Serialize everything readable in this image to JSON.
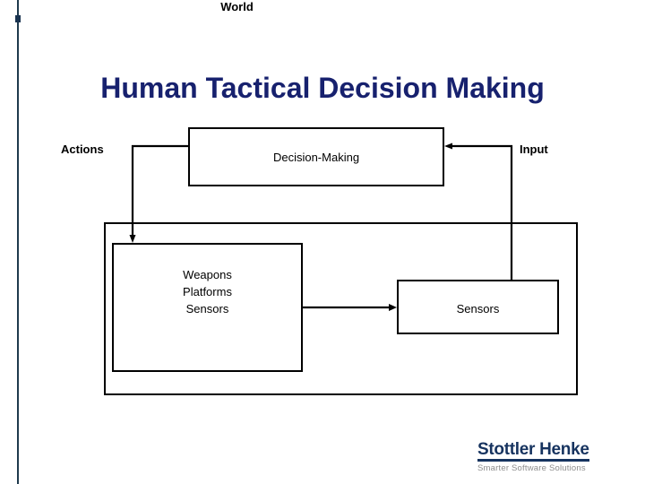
{
  "slide": {
    "title": "Human Tactical Decision Making",
    "title_color": "#17216e",
    "background_color": "#ffffff"
  },
  "rail": {
    "color": "#1f3a4d",
    "marker_color": "#1a3350"
  },
  "diagram": {
    "type": "block-diagram",
    "line_color": "#000000",
    "boxes": [
      {
        "id": "decision",
        "label": "Decision-Making"
      },
      {
        "id": "world",
        "label": ""
      },
      {
        "id": "weapons",
        "label": "Weapons\nPlatforms\nSensors"
      },
      {
        "id": "sensors",
        "label": "Sensors"
      }
    ],
    "labels": {
      "actions": "Actions",
      "input": "Input",
      "world": "World"
    }
  },
  "logo": {
    "wordmark": "Stottler Henke",
    "tagline": "Smarter Software Solutions",
    "wordmark_color": "#16335f",
    "tagline_color": "#8d8d8d"
  }
}
